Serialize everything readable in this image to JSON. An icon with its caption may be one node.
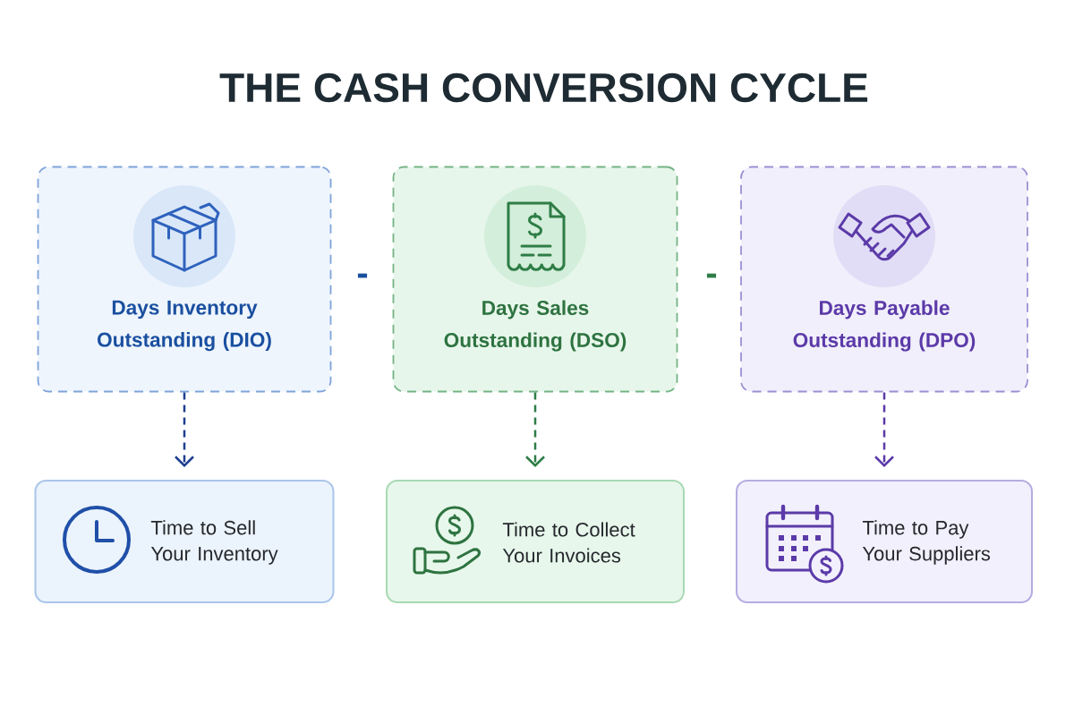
{
  "diagram": {
    "title": "THE CASH CONVERSION CYCLE",
    "nodes": [
      {
        "text": [
          "Days Inventory Outstanding (DIO)"
        ]
      },
      {
        "text": [
          "Days Sales Outstanding (DSO)"
        ]
      },
      {
        "text": [
          "Days Payable Outstanding (DPO)"
        ]
      },
      {
        "text": [
          "Time to Sell Your Inventory"
        ]
      },
      {
        "text": [
          "Time to Collect Your Invoices"
        ]
      },
      {
        "text": [
          "Time to Pay Your Suppliers"
        ]
      }
    ],
    "edges": [
      {
        "from": 0,
        "to": 3,
        "arrow": "to",
        "style": "dashed",
        "color": "#1f3f8f"
      },
      {
        "from": 1,
        "to": 4,
        "arrow": "to",
        "style": "dashed",
        "color": "#2e7d46"
      },
      {
        "from": 2,
        "to": 5,
        "arrow": "to",
        "style": "dashed",
        "color": "#5b3aa8"
      }
    ],
    "labels": [
      "-",
      "-"
    ]
  }
}
